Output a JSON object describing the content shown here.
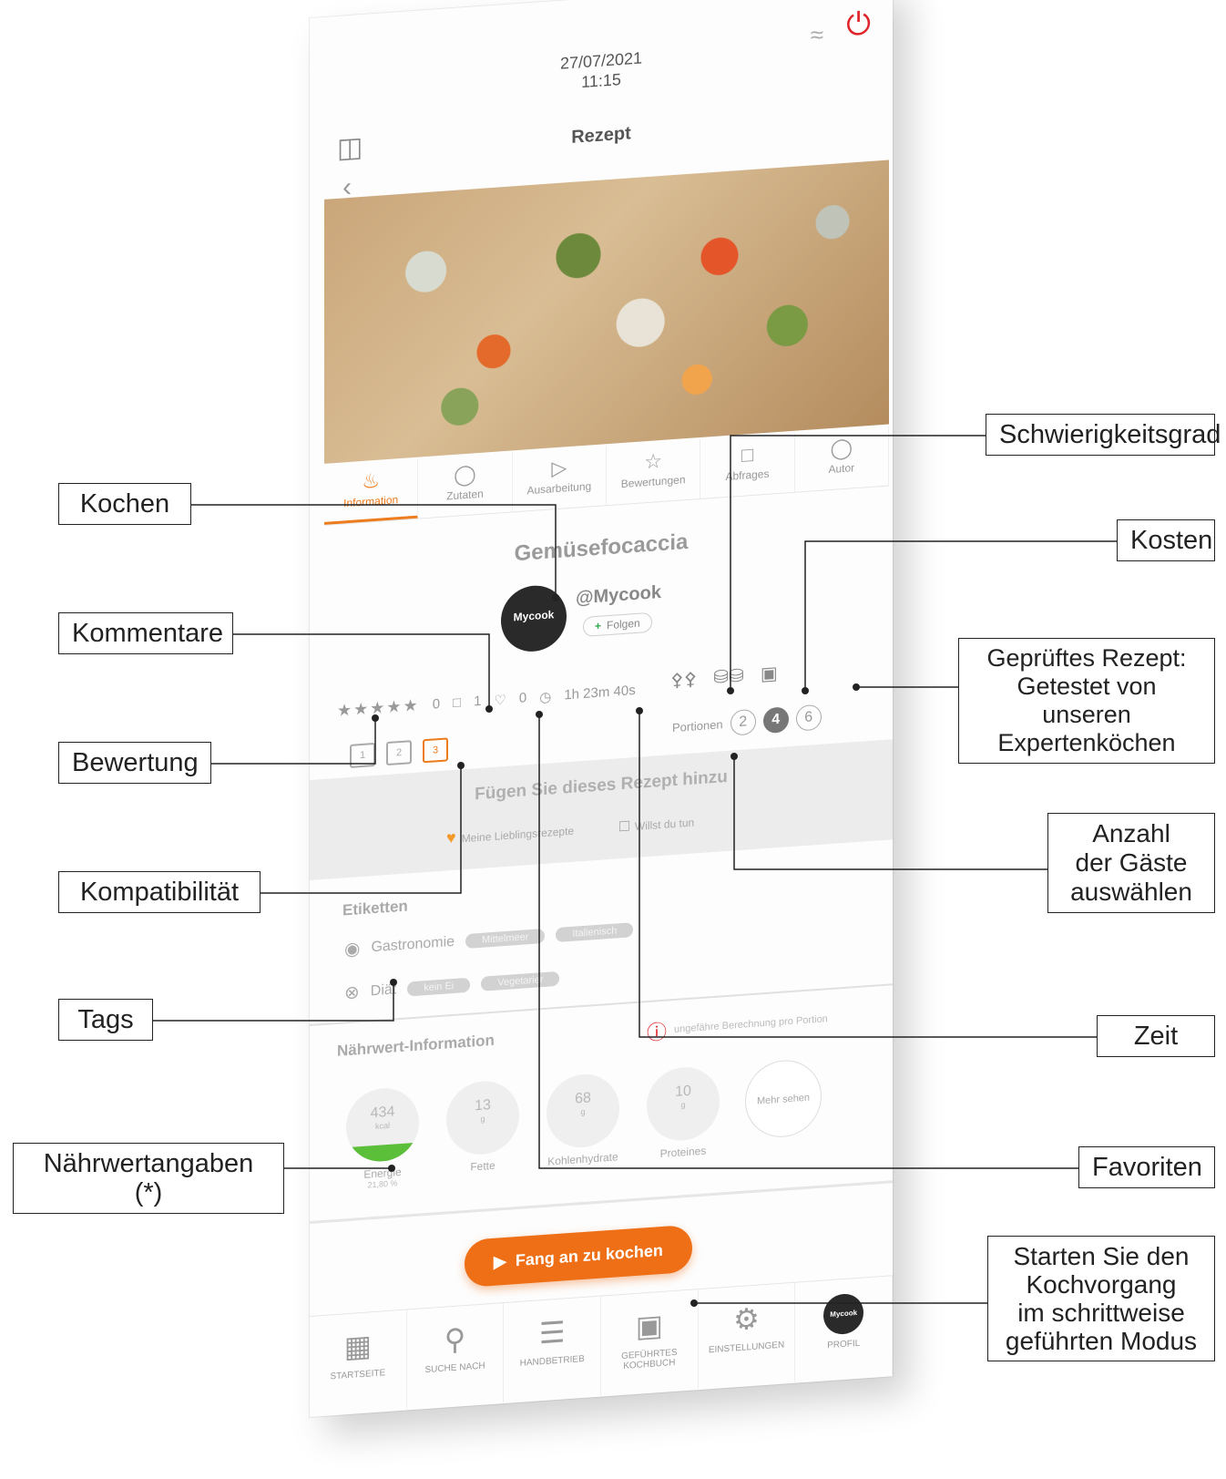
{
  "status": {
    "date": "27/07/2021",
    "time": "11:15",
    "wifi_icon": "wifi-icon",
    "power_icon": "power-icon",
    "power_color": "#e0252a"
  },
  "appbar": {
    "title": "Rezept"
  },
  "tabs": [
    {
      "label": "Information",
      "icon": "pot-icon",
      "active": true
    },
    {
      "label": "Zutaten",
      "icon": "apple-icon"
    },
    {
      "label": "Ausarbeitung",
      "icon": "play-icon"
    },
    {
      "label": "Bewertungen",
      "icon": "star-icon"
    },
    {
      "label": "Abfrages",
      "icon": "chat-icon"
    },
    {
      "label": "Autor",
      "icon": "user-icon"
    }
  ],
  "recipe": {
    "title": "Gemüsefocaccia",
    "author_handle": "@Mycook",
    "avatar_text": "Mycook",
    "follow_label": "Folgen",
    "rating_value": "0",
    "comments_count": "1",
    "favorites_count": "0",
    "time": "1h 23m 40s",
    "servings_label": "Portionen",
    "servings_options": [
      "2",
      "4",
      "6"
    ],
    "servings_selected": "4"
  },
  "add_box": {
    "title": "Fügen Sie dieses Rezept hinzu",
    "option1": "Meine Lieblingsrezepte",
    "option2": "Willst du tun"
  },
  "labels": {
    "heading": "Etiketten",
    "gastronomy": "Gastronomie",
    "gastronomy_tags": [
      "Mittelmeer",
      "Italienisch"
    ],
    "diet": "Diät",
    "diet_tags": [
      "kein Ei",
      "Vegetarier"
    ]
  },
  "nutrition": {
    "heading": "Nährwert-Information",
    "note": "ungefähre Berechnung pro Portion",
    "items": [
      {
        "value": "434",
        "unit": "kcal",
        "label": "Energie",
        "percent": "21,80 %",
        "fill": 0.22
      },
      {
        "value": "13",
        "unit": "g",
        "label": "Fette"
      },
      {
        "value": "68",
        "unit": "g",
        "label": "Kohlenhydrate"
      },
      {
        "value": "10",
        "unit": "g",
        "label": "Proteines"
      }
    ],
    "more_label": "Mehr sehen"
  },
  "start_button": "Fang an zu kochen",
  "nav": [
    {
      "label": "STARTSEITE",
      "icon": "grid-icon"
    },
    {
      "label": "SUCHE NACH",
      "icon": "search-icon"
    },
    {
      "label": "HANDBETRIEB",
      "icon": "sliders-icon"
    },
    {
      "label": "GEFÜHRTES KOCHBUCH",
      "icon": "book-icon"
    },
    {
      "label": "EINSTELLUNGEN",
      "icon": "gear-icon"
    },
    {
      "label": "PROFIL",
      "icon": "profile-icon"
    }
  ],
  "callouts": {
    "kochen": "Kochen",
    "kommentare": "Kommentare",
    "bewertung": "Bewertung",
    "kompatibilitaet": "Kompatibilität",
    "tags": "Tags",
    "naehrwert": "Nährwertangaben (*)",
    "schwierigkeit": "Schwierigkeitsgrad",
    "kosten": "Kosten",
    "geprueft": "Geprüftes Rezept:\nGetestet von unseren\nExpertenköchen",
    "gaeste": "Anzahl\nder Gäste\nauswählen",
    "zeit": "Zeit",
    "favoriten": "Favoriten",
    "starten": "Starten Sie den\nKochvorgang\nim schrittweise\ngeführten Modus"
  }
}
